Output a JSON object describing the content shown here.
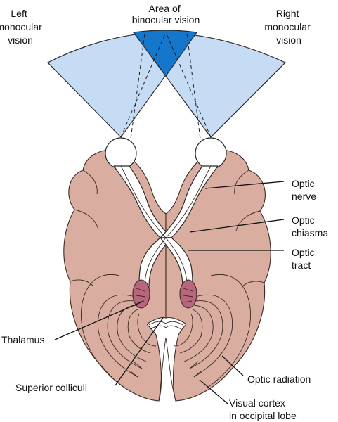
{
  "colors": {
    "brain": "#d9aea0",
    "field": "#c6dcf5",
    "binocular": "#1577cc",
    "thalamus": "#b8667e",
    "line": "#1a1a1a"
  },
  "labels": {
    "left_monocular": [
      "Left",
      "monocular",
      "vision"
    ],
    "binocular": [
      "Area of",
      "binocular vision"
    ],
    "right_monocular": [
      "Right",
      "monocular",
      "vision"
    ],
    "optic_nerve": [
      "Optic",
      "nerve"
    ],
    "optic_chiasma": [
      "Optic",
      "chiasma"
    ],
    "optic_tract": [
      "Optic",
      "tract"
    ],
    "thalamus": [
      "Thalamus"
    ],
    "superior_colliculi": [
      "Superior colliculi"
    ],
    "optic_radiation": [
      "Optic radiation"
    ],
    "visual_cortex": [
      "Visual cortex",
      "in occipital lobe"
    ]
  }
}
